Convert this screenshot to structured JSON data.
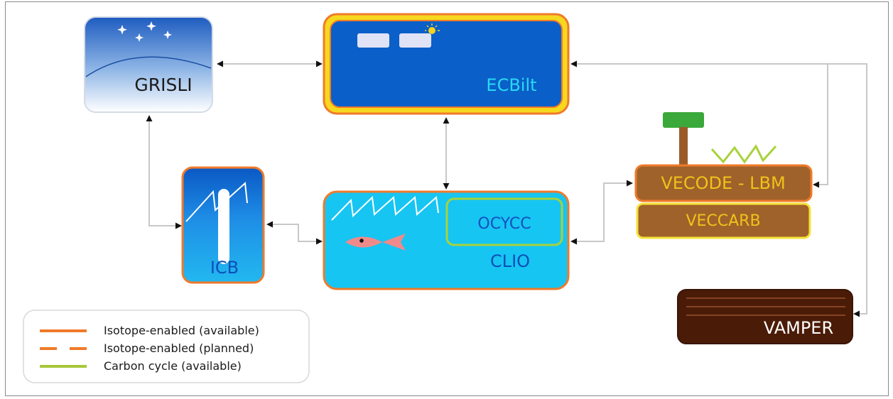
{
  "modules": {
    "grisli": {
      "label": "GRISLI"
    },
    "ecbilt": {
      "label": "ECBilt"
    },
    "icb": {
      "label": "ICB"
    },
    "clio": {
      "label": "CLIO"
    },
    "ocycc": {
      "label": "OCYCC"
    },
    "vecode_lbm": {
      "label": "VECODE - LBM"
    },
    "veccarb": {
      "label": "VECCARB"
    },
    "vamper": {
      "label": "VAMPER"
    }
  },
  "legend": {
    "items": [
      {
        "label": "Isotope-enabled (available)",
        "style": "solid",
        "color": "#f07a2a"
      },
      {
        "label": "Isotope-enabled (planned)",
        "style": "dashed",
        "color": "#f07a2a"
      },
      {
        "label": "Carbon cycle (available)",
        "style": "solid",
        "color": "#a8c83a"
      }
    ]
  },
  "colors": {
    "isotope": "#f07a2a",
    "carbon": "#a8d23a",
    "ocean_blue": "#0a5fc8",
    "ocean_cyan": "#16c5f2",
    "land_brown": "#a0622b",
    "soil_dark": "#4a1c08",
    "connector": "#c8c8c8"
  }
}
